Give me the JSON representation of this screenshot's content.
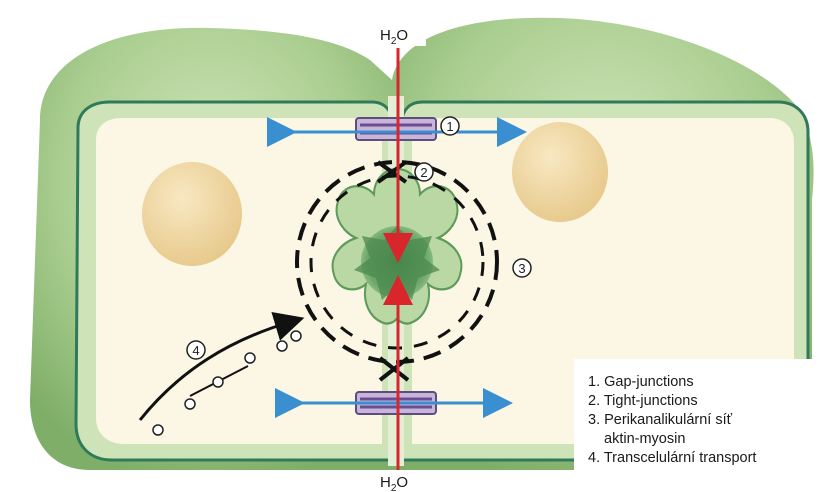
{
  "labels": {
    "water_top_main": "H",
    "water_top_sub": "2",
    "water_top_tail": "O",
    "water_bottom_main": "H",
    "water_bottom_sub": "2",
    "water_bottom_tail": "O",
    "marker_1": "1",
    "marker_2": "2",
    "marker_3": "3",
    "marker_4": "4"
  },
  "legend": {
    "items": [
      "1. Gap-junctions",
      "2. Tight-junctions",
      "3. Perikanalikulární síť",
      "aktin-myosin",
      "4. Transcelulární transport"
    ]
  },
  "colors": {
    "cell_outer": "#a9cd8f",
    "cell_membrane": "#2f7a5a",
    "cytoplasm": "#fbf7e4",
    "nucleus": "#f1d9a0",
    "canaliculus": "#5e9a5c",
    "water_arrow": "#d9262d",
    "gap_arrow": "#3a8fd0",
    "junction": "#9a7fb8"
  }
}
